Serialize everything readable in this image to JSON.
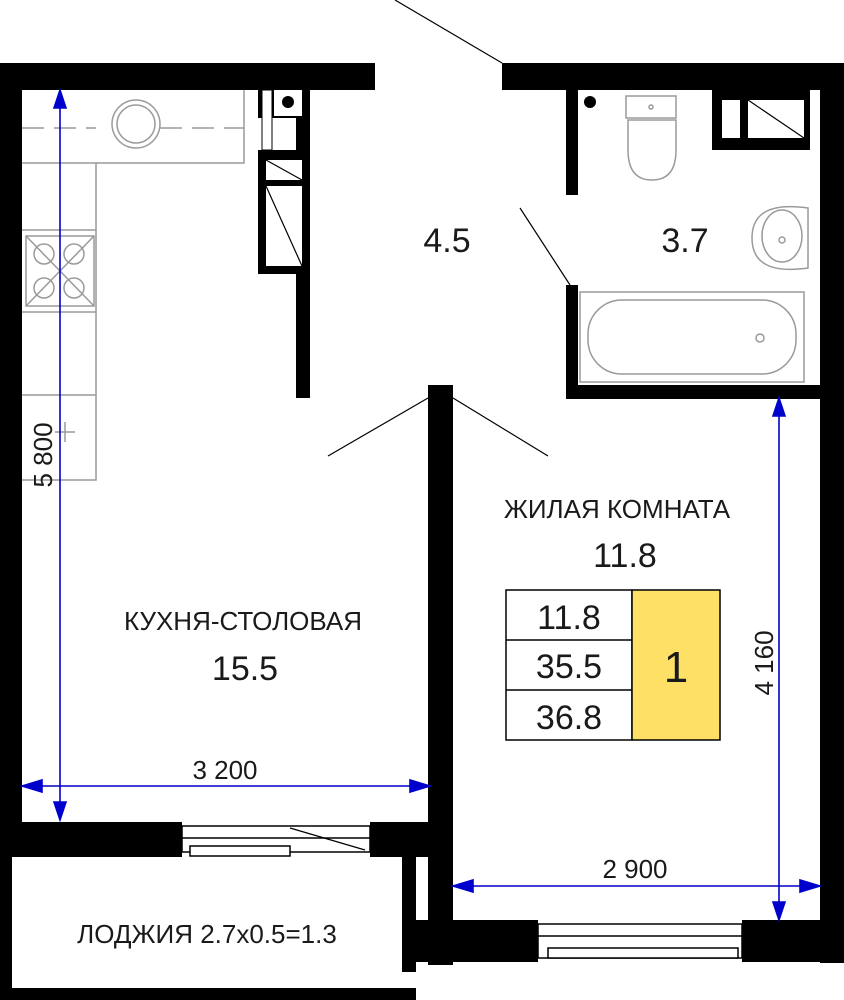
{
  "rooms": {
    "kitchen": {
      "name": "КУХНЯ-СТОЛОВАЯ",
      "area": "15.5"
    },
    "hall": {
      "area": "4.5"
    },
    "bathroom": {
      "area": "3.7"
    },
    "living": {
      "name": "ЖИЛАЯ КОМНАТА",
      "area": "11.8"
    },
    "loggia": {
      "label": "ЛОДЖИЯ 2.7x0.5=1.3"
    }
  },
  "dimensions": {
    "kitchen_length": "5 800",
    "kitchen_width": "3 200",
    "living_length": "4 160",
    "living_width": "2 900"
  },
  "summary_table": {
    "living_area": "11.8",
    "total_area": "35.5",
    "total_with_loggia": "36.8",
    "rooms_count": "1"
  },
  "colors": {
    "wall": "#000000",
    "dimension_line": "#0000cc",
    "fixture_line": "#9a9a9a",
    "rooms_badge": "#ffe066"
  }
}
